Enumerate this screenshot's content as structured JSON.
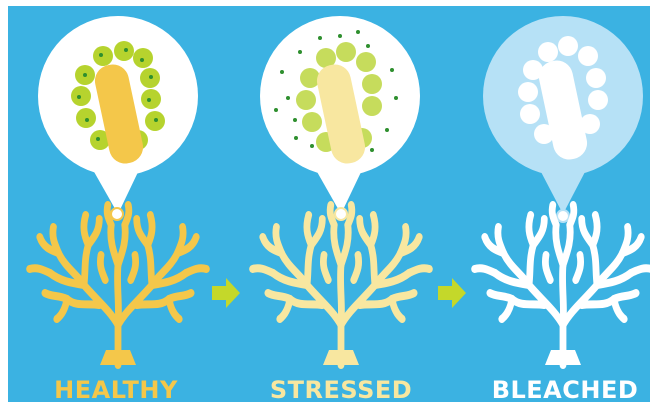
{
  "stages": [
    {
      "label": "HEALTHY",
      "color": "#f4c74a"
    },
    {
      "label": "STRESSED",
      "color": "#f8e7a0"
    },
    {
      "label": "BLEACHED",
      "color": "#ffffff"
    }
  ],
  "colors": {
    "background": "#3bb2e2",
    "algae_cell": "#b6d32e",
    "algae_dot": "#2e8f2e",
    "arrow": "#c4d82a",
    "bleached_bubble": "#b6e1f6"
  }
}
